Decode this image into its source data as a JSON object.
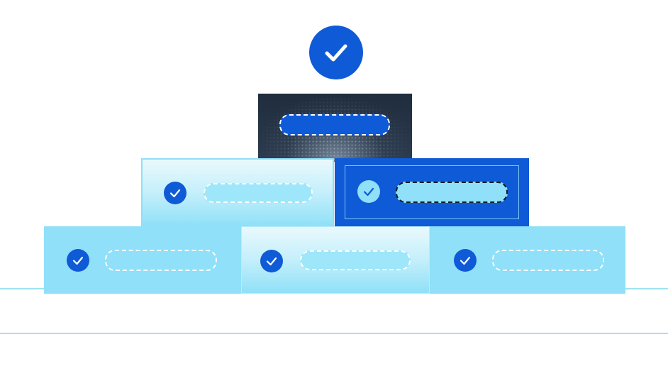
{
  "colors": {
    "primary_blue": "#0f5ad6",
    "light_cyan": "#8fe0f8",
    "navy": "#1f2d3e",
    "line_cyan": "#9fe3f3",
    "white": "#ffffff"
  },
  "icons": {
    "top": "check-circle-icon",
    "row_items": "check-circle-icon"
  },
  "pyramid": {
    "top_block": {
      "style": "dark-navy",
      "placeholder_pill": "dashed-pill"
    },
    "middle_row": [
      {
        "style": "light-gradient",
        "icon": "check-circle-icon",
        "placeholder_pill": "dashed-pill"
      },
      {
        "style": "royal-blue",
        "icon": "check-circle-icon",
        "placeholder_pill": "dashed-pill",
        "highlighted": true
      }
    ],
    "bottom_row": [
      {
        "style": "light",
        "icon": "check-circle-icon",
        "placeholder_pill": "dashed-pill"
      },
      {
        "style": "light-gradient",
        "icon": "check-circle-icon",
        "placeholder_pill": "dashed-pill"
      },
      {
        "style": "light",
        "icon": "check-circle-icon",
        "placeholder_pill": "dashed-pill"
      }
    ]
  }
}
